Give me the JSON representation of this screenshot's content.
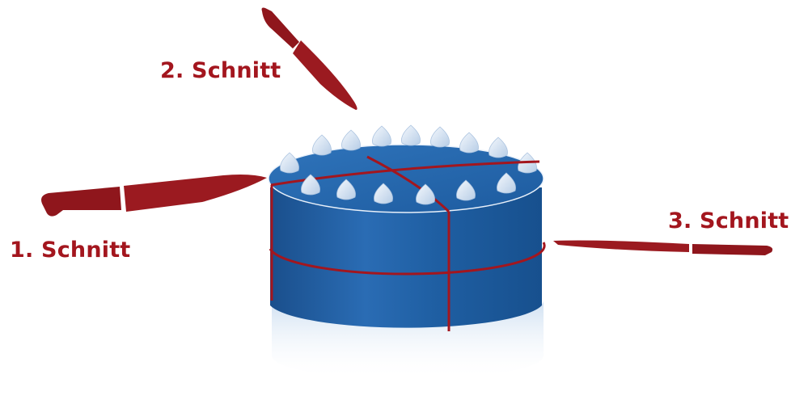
{
  "labels": {
    "cut_1": "1. Schnitt",
    "cut_2": "2. Schnitt",
    "cut_3": "3. Schnitt"
  },
  "colors": {
    "knife": "#9b1a20",
    "cut_line": "#a3161e",
    "label": "#a3161e",
    "cake_side": "#1f5fa3",
    "cake_top": "#2b6fb5",
    "cream": "#d9e8f8"
  },
  "icons": {
    "knife": "knife-icon",
    "cake": "cake-icon",
    "cream_dollop": "cream-dollop-icon"
  }
}
